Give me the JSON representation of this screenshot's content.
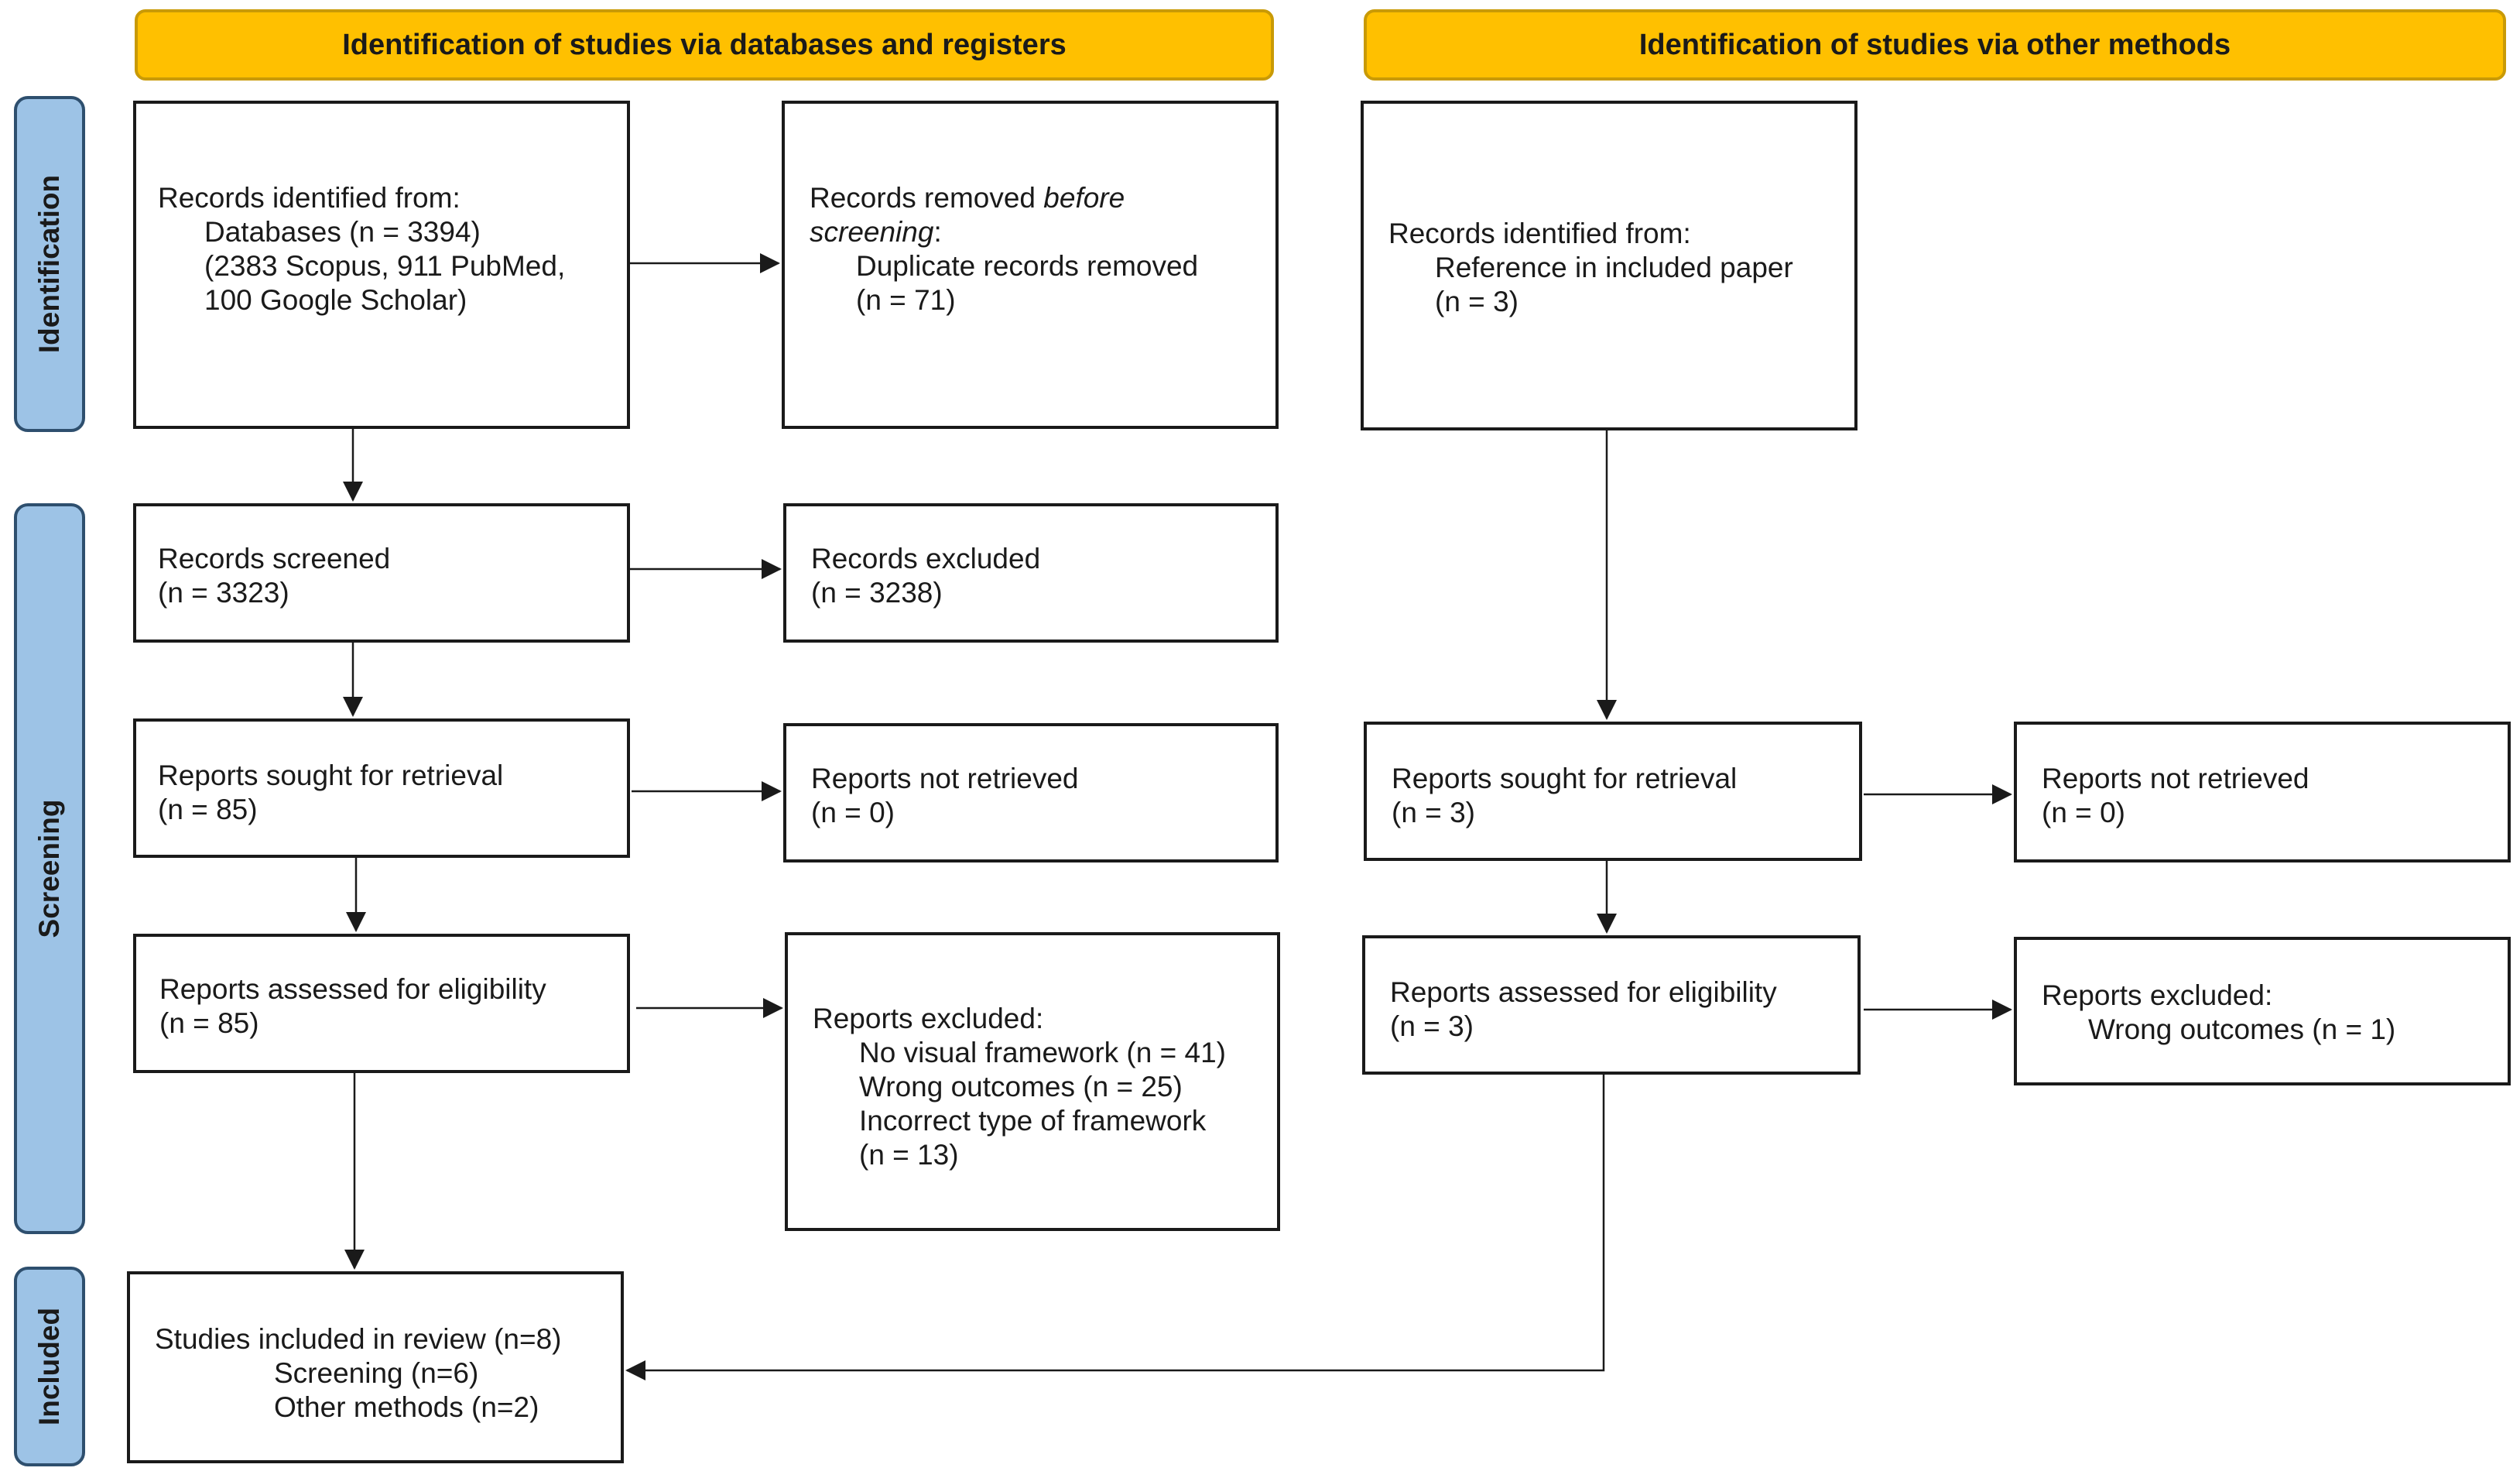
{
  "headers": {
    "databases": "Identification of studies via databases and registers",
    "other": "Identification of studies via other methods"
  },
  "phases": {
    "identification": "Identification",
    "screening": "Screening",
    "included": "Included"
  },
  "boxes": {
    "db_identified": {
      "title": "Records identified from:",
      "lines": [
        "Databases (n = 3394)",
        "(2383 Scopus, 911 PubMed,",
        "100 Google Scholar)"
      ]
    },
    "removed_before": {
      "title_plain": "Records removed ",
      "title_italic": "before",
      "title_italic2": "screening",
      "title_colon": ":",
      "lines": [
        "Duplicate records removed",
        "(n = 71)"
      ]
    },
    "records_screened": {
      "title": "Records screened",
      "count": "(n = 3323)"
    },
    "records_excluded": {
      "title": "Records excluded",
      "count": "(n = 3238)"
    },
    "db_sought": {
      "title": "Reports sought for retrieval",
      "count": "(n = 85)"
    },
    "db_not_retrieved": {
      "title": "Reports not retrieved",
      "count": "(n = 0)"
    },
    "db_assessed": {
      "title": "Reports assessed for eligibility",
      "count": "(n = 85)"
    },
    "db_excluded": {
      "title": "Reports excluded:",
      "lines": [
        "No visual framework (n = 41)",
        "Wrong outcomes (n = 25)",
        "Incorrect type of framework",
        "(n = 13)"
      ]
    },
    "other_identified": {
      "title": "Records identified from:",
      "lines": [
        "Reference in included paper",
        "(n = 3)"
      ]
    },
    "other_sought": {
      "title": "Reports sought for retrieval",
      "count": "(n = 3)"
    },
    "other_not_retrieved": {
      "title": "Reports not retrieved",
      "count": "(n = 0)"
    },
    "other_assessed": {
      "title": "Reports assessed for eligibility",
      "count": "(n = 3)"
    },
    "other_excluded": {
      "title": "Reports excluded:",
      "lines": [
        "Wrong outcomes (n = 1)"
      ]
    },
    "included": {
      "title": "Studies included in review (n=8)",
      "lines": [
        "Screening (n=6)",
        "Other methods (n=2)"
      ]
    }
  },
  "colors": {
    "header_fill": "#ffc000",
    "header_border": "#c99a06",
    "phase_fill": "#9dc3e6",
    "phase_border": "#2e4f6e",
    "box_border": "#1a1a1a"
  }
}
